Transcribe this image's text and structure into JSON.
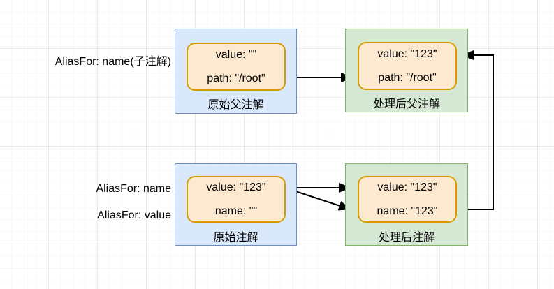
{
  "diagram": {
    "title_labels": {
      "top_left": "AliasFor: name(子注解)",
      "bottom_left_line1": "AliasFor: name",
      "bottom_left_line2": "AliasFor: value"
    },
    "colors": {
      "blue_fill": "#dae8fc",
      "blue_stroke": "#6c8ebf",
      "green_fill": "#d5e8d4",
      "green_stroke": "#82b366",
      "orange_fill": "#fde9d0",
      "orange_stroke": "#d79b00",
      "arrow": "#000000",
      "grid": "#e8e8e8",
      "background": "#ffffff"
    },
    "groups": [
      {
        "id": "original-parent-annotation",
        "kind": "blue",
        "caption": "原始父注解",
        "card": {
          "rows": [
            "value: \"\"",
            "path: \"/root\""
          ]
        }
      },
      {
        "id": "processed-parent-annotation",
        "kind": "green",
        "caption": "处理后父注解",
        "card": {
          "rows": [
            "value: \"123\"",
            "path: \"/root\""
          ]
        }
      },
      {
        "id": "original-annotation",
        "kind": "blue",
        "caption": "原始注解",
        "card": {
          "rows": [
            "value: \"123\"",
            "name: \"\""
          ]
        }
      },
      {
        "id": "processed-annotation",
        "kind": "green",
        "caption": "处理后注解",
        "card": {
          "rows": [
            "value: \"123\"",
            "name: \"123\""
          ]
        }
      }
    ],
    "arrows": [
      {
        "id": "parent-original-to-processed",
        "from": "original-parent-annotation",
        "to": "processed-parent-annotation"
      },
      {
        "id": "child-original-value-to-processed-value",
        "from": "original-annotation",
        "to": "processed-annotation"
      },
      {
        "id": "child-original-value-to-processed-name",
        "from": "original-annotation",
        "to": "processed-annotation"
      },
      {
        "id": "processed-child-name-to-processed-parent-value",
        "from": "processed-annotation",
        "to": "processed-parent-annotation"
      }
    ]
  }
}
